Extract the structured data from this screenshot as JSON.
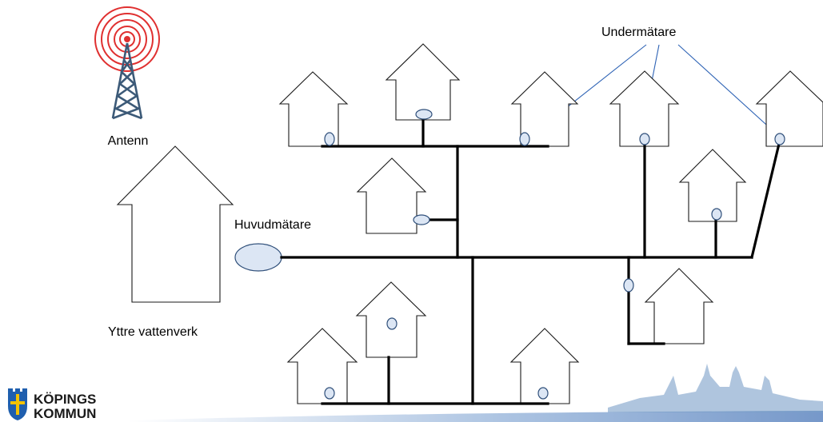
{
  "labels": {
    "antenna": "Antenn",
    "main_meter": "Huvudmätare",
    "outer_waterworks": "Yttre vattenverk",
    "sub_meters": "Undermätare"
  },
  "logo": {
    "line1": "KÖPINGS",
    "line2": "KOMMUN"
  },
  "colors": {
    "pipe": "#000000",
    "meter_fill": "#dce6f4",
    "meter_stroke": "#2f4f7a",
    "arrow": "#2e63b5",
    "antenna_signal": "#e03030",
    "antenna_tower": "#3c5a78",
    "logo_blue": "#1f5fae",
    "logo_yellow": "#f2c200",
    "skyline": "#7a9ec8"
  },
  "icons": {
    "antenna": "radio-tower-icon",
    "logo": "coat-of-arms-icon",
    "skyline": "city-skyline-icon"
  }
}
